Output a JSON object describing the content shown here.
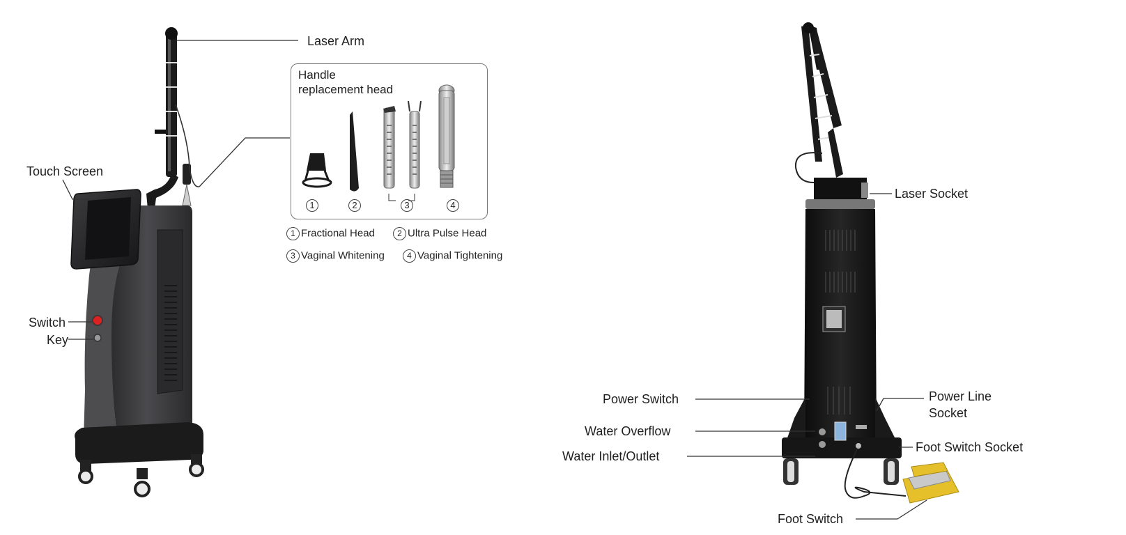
{
  "front": {
    "labels": {
      "laser_arm": "Laser Arm",
      "touch_screen": "Touch Screen",
      "switch": "Switch",
      "key": "Key"
    },
    "panel": {
      "title_line1": "Handle",
      "title_line2": "replacement head",
      "numbers": [
        "1",
        "2",
        "3",
        "4"
      ]
    },
    "legend": [
      {
        "num": "1",
        "text": "Fractional Head"
      },
      {
        "num": "2",
        "text": "Ultra Pulse Head"
      },
      {
        "num": "3",
        "text": "Vaginal Whitening"
      },
      {
        "num": "4",
        "text": "Vaginal Tightening"
      }
    ]
  },
  "back": {
    "labels": {
      "laser_socket": "Laser Socket",
      "power_switch": "Power Switch",
      "water_overflow": "Water Overflow",
      "water_inlet_outlet": "Water Inlet/Outlet",
      "power_line_socket_1": "Power Line",
      "power_line_socket_2": "Socket",
      "foot_switch_socket": "Foot Switch Socket",
      "foot_switch": "Foot Switch"
    }
  },
  "colors": {
    "machine_front": "#3a3a3c",
    "machine_back": "#141414",
    "accent_red": "#d92222",
    "foot_pedal": "#e6c02a",
    "leader_line": "#333333"
  }
}
